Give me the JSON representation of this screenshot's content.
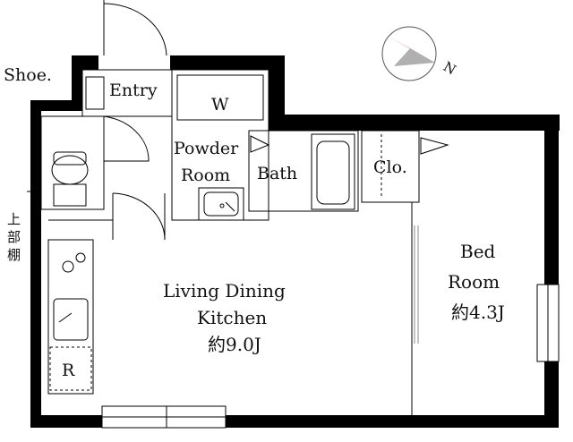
{
  "rooms": {
    "shoe": "Shoe.",
    "entry": "Entry",
    "washer": "W",
    "powder_line1": "Powder",
    "powder_line2": "Room",
    "bath": "Bath",
    "closet": "Clo.",
    "bed_line1": "Bed",
    "bed_line2": "Room",
    "bed_size": "約4.3J",
    "ldk_line1": "Living Dining",
    "ldk_line2": "Kitchen",
    "ldk_size": "約9.0J",
    "fridge": "R",
    "upper_shelf": [
      "上",
      "部",
      "棚"
    ]
  },
  "compass": {
    "label": "N",
    "color": "#d4145a"
  },
  "colors": {
    "wall": "#000000",
    "background": "#ffffff"
  }
}
